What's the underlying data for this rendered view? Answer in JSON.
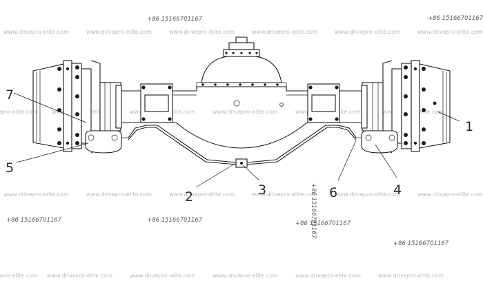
{
  "phone_number": "+86 15166701167",
  "watermark_text": "www.drivepro-elite.com",
  "callouts": [
    "1",
    "2",
    "3",
    "4",
    "5",
    "6",
    "7"
  ],
  "colors": {
    "line": "#1a1a1a",
    "watermark": "#b9b9b9",
    "phone": "#5a5a5a",
    "background": "#ffffff"
  }
}
